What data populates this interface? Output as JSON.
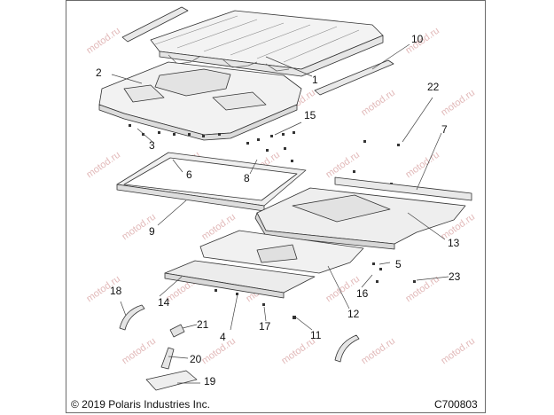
{
  "watermark_text": "motod.ru",
  "copyright": "© 2019 Polaris Industries Inc.",
  "diagram_code": "C700803",
  "callouts": [
    {
      "id": "c1",
      "label": "1"
    },
    {
      "id": "c2",
      "label": "2"
    },
    {
      "id": "c3",
      "label": "3"
    },
    {
      "id": "c4",
      "label": "4"
    },
    {
      "id": "c5",
      "label": "5"
    },
    {
      "id": "c6",
      "label": "6"
    },
    {
      "id": "c7",
      "label": "7"
    },
    {
      "id": "c8",
      "label": "8"
    },
    {
      "id": "c9",
      "label": "9"
    },
    {
      "id": "c10",
      "label": "10"
    },
    {
      "id": "c11",
      "label": "11"
    },
    {
      "id": "c12",
      "label": "12"
    },
    {
      "id": "c13",
      "label": "13"
    },
    {
      "id": "c14",
      "label": "14"
    },
    {
      "id": "c15",
      "label": "15"
    },
    {
      "id": "c16",
      "label": "16"
    },
    {
      "id": "c17",
      "label": "17"
    },
    {
      "id": "c18",
      "label": "18"
    },
    {
      "id": "c19",
      "label": "19"
    },
    {
      "id": "c20",
      "label": "20"
    },
    {
      "id": "c21",
      "label": "21"
    },
    {
      "id": "c22",
      "label": "22"
    },
    {
      "id": "c23",
      "label": "23"
    }
  ]
}
